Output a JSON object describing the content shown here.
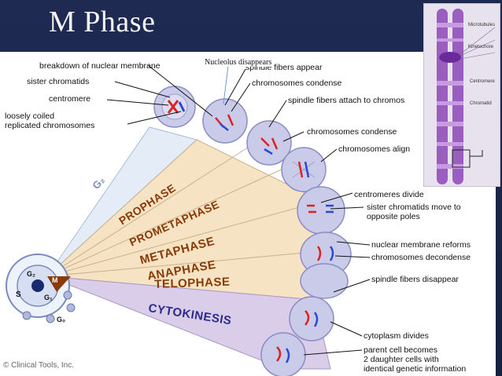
{
  "title": "M Phase",
  "note_nucleolus": "Nucleolus disappears",
  "copyright": "© Clinical Tools, Inc.",
  "phases": {
    "prophase": "PROPHASE",
    "prometaphase": "PROMETAPHASE",
    "metaphase": "METAPHASE",
    "anaphase": "ANAPHASE",
    "telophase": "TELOPHASE",
    "cytokinesis": "CYTOKINESIS"
  },
  "cycle": {
    "g2_outer": "G₂",
    "g2": "G₂",
    "s": "S",
    "g1": "G₁",
    "m": "M",
    "g0": "G₀"
  },
  "left_labels": {
    "breakdown": "breakdown of nuclear membrane",
    "sister": "sister chromatids",
    "centromere": "centromere",
    "coiled1": "loosely coiled",
    "coiled2": "replicated chromosomes"
  },
  "right_labels": {
    "spindle_appear": "spindle fibers appear",
    "condense1": "chromosomes condense",
    "attach": "spindle fibers attach to chromos",
    "condense2": "chromosomes condense",
    "align": "chromosomes align",
    "centromeres": "centromeres divide",
    "sister_move1": "sister chromatids move to",
    "sister_move2": "opposite poles",
    "reform": "nuclear membrane reforms",
    "decondense": "chromosomes decondense",
    "disappear": "spindle fibers disappear",
    "cyto_divides": "cytoplasm divides",
    "parent1": "parent cell becomes",
    "parent2": "2 daughter cells with",
    "parent3": "identical genetic information"
  },
  "chromosome_labels": {
    "microtubules": "Microtubules",
    "kinetochore": "Kinetochore",
    "centromere": "Centromere",
    "chromatid": "Chromatid"
  },
  "colors": {
    "fan": "#f6e3c4",
    "cyto": "#d9cdea",
    "cell": "#c9cbe9",
    "chrom": "#9a5ec0",
    "phase_text": "#8a3a08",
    "cyto_text": "#2c2a8c"
  }
}
